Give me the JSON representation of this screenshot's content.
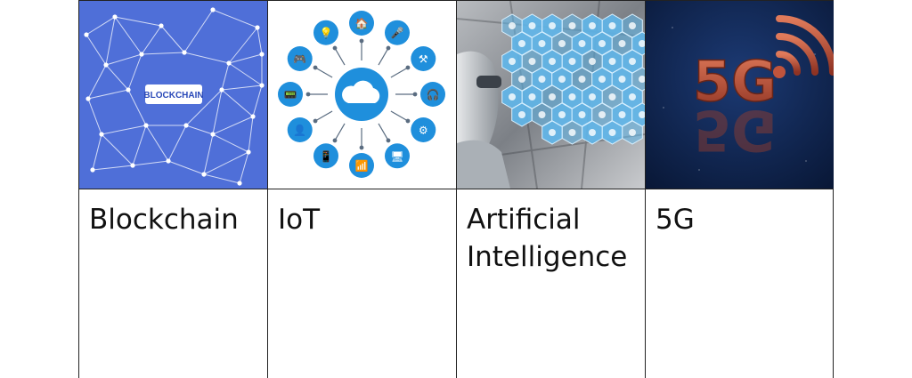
{
  "columns": [
    {
      "label": "Blockchain",
      "image": {
        "kind": "blockchain-network",
        "badge_text": "BLOCKCHAIN"
      }
    },
    {
      "label": "IoT",
      "image": {
        "kind": "iot-cloud-hub"
      }
    },
    {
      "label": "Artificial Intelligence",
      "image": {
        "kind": "robot-hexagon-icons"
      }
    },
    {
      "label": "5G",
      "image": {
        "kind": "5g-signal-render",
        "logo_text": "5G"
      }
    }
  ],
  "colors": {
    "blockchain_bg": "#4f6fd8",
    "iot_blue": "#1f8fdc",
    "ai_hex": "#5fb6ea",
    "g5_bg": "#0e2148",
    "g5_red": "#c0543c"
  }
}
